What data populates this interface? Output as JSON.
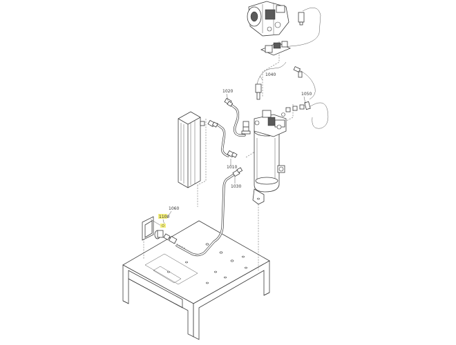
{
  "callouts": [
    {
      "id": "1020",
      "label": "1020"
    },
    {
      "id": "1040",
      "label": "1040"
    },
    {
      "id": "1050",
      "label": "1050"
    },
    {
      "id": "1010",
      "label": "1010"
    },
    {
      "id": "1030",
      "label": "1030"
    },
    {
      "id": "1060",
      "label": "1060"
    },
    {
      "id": "1100",
      "label": "1100"
    }
  ],
  "colors": {
    "highlight": "#f5f07a",
    "line": "#3a3a3a"
  }
}
